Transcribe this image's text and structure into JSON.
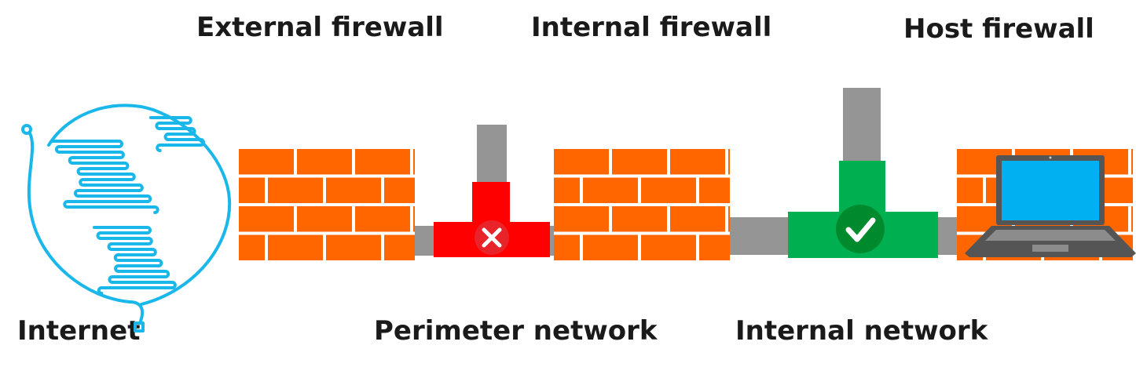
{
  "labels": {
    "external_firewall": "External firewall",
    "internal_firewall": "Internal firewall",
    "host_firewall": "Host firewall",
    "internet": "Internet",
    "perimeter_network": "Perimeter network",
    "internal_network": "Internal network"
  },
  "status": {
    "perimeter_network": "blocked",
    "internal_network": "allowed"
  },
  "colors": {
    "brick": "#ff6600",
    "mortar": "#ffffff",
    "pipe": "#959595",
    "blocked": "#ff0000",
    "blocked_badge": "#e8242a",
    "allowed": "#00b050",
    "allowed_badge": "#008a2e",
    "globe": "#1ab7ea",
    "laptop_screen": "#00b0f0",
    "laptop_body": "#555555"
  },
  "icons": {
    "internet": "globe-icon",
    "blocked": "x-icon",
    "allowed": "checkmark-icon",
    "host": "laptop-icon"
  }
}
